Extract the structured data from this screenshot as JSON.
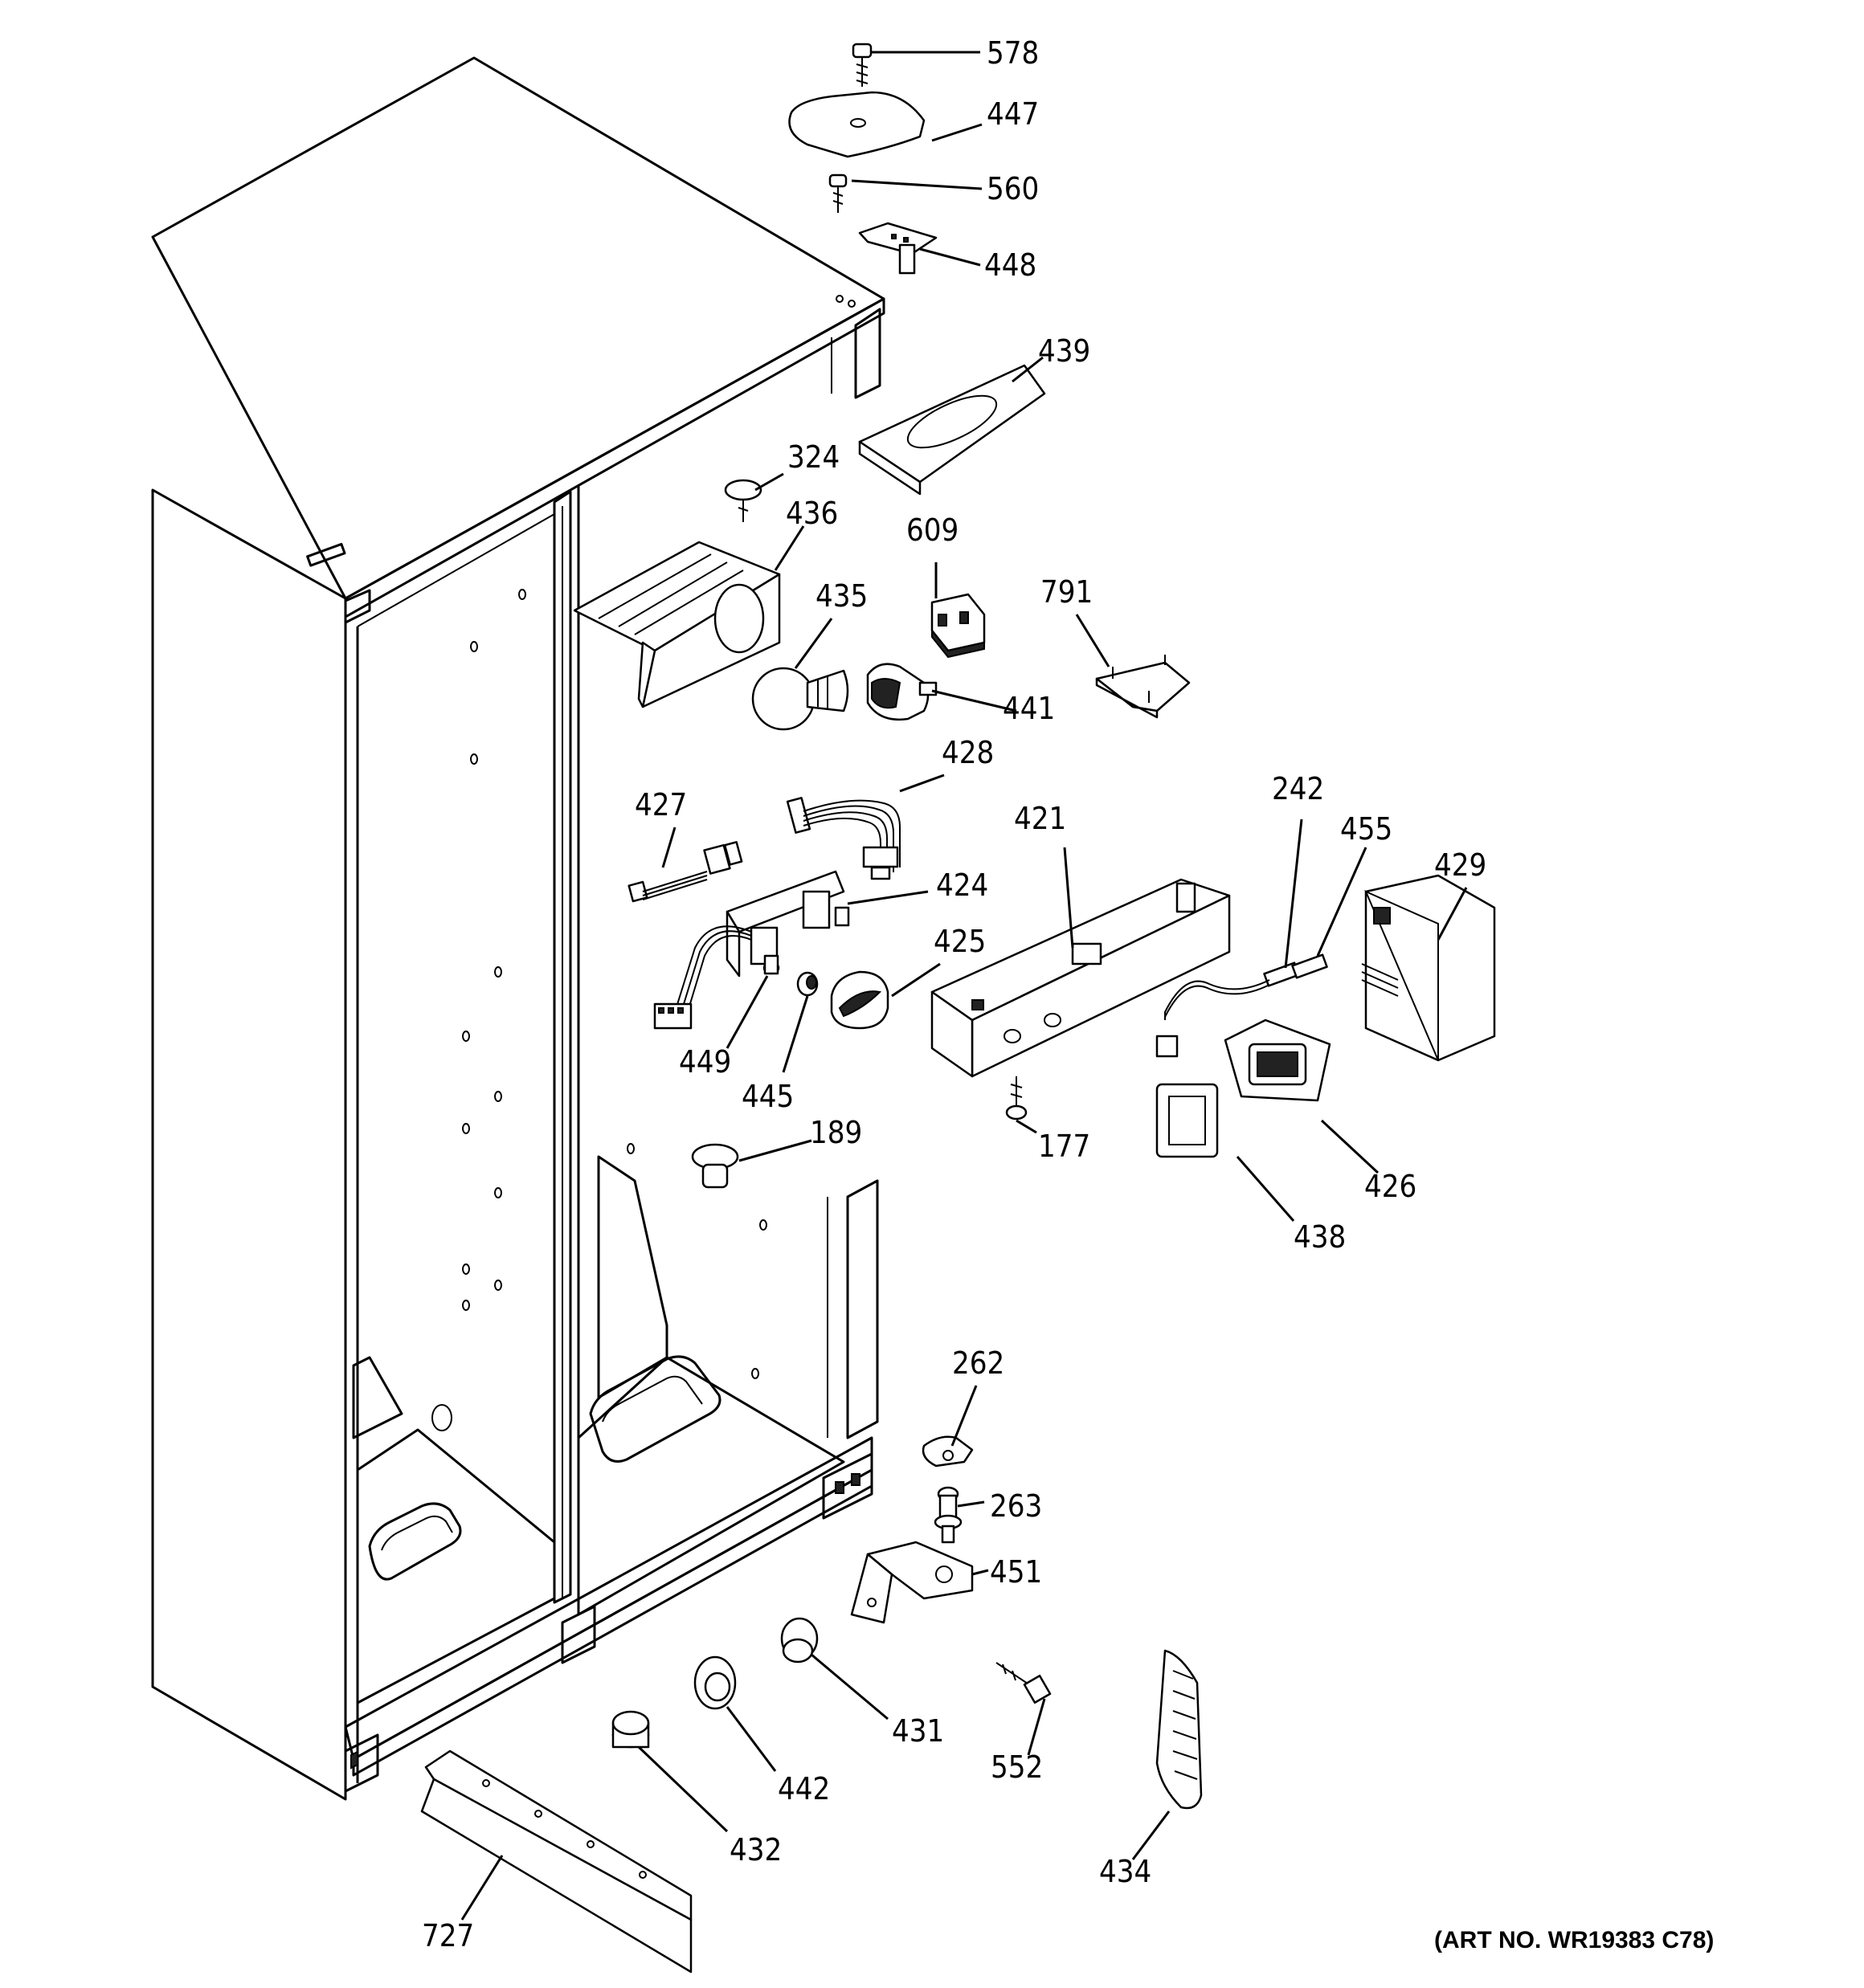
{
  "diagram": {
    "art_number": "(ART NO. WR19383 C78)",
    "parts": [
      {
        "id": "578",
        "label": "578"
      },
      {
        "id": "447",
        "label": "447"
      },
      {
        "id": "560",
        "label": "560"
      },
      {
        "id": "448",
        "label": "448"
      },
      {
        "id": "439",
        "label": "439"
      },
      {
        "id": "324",
        "label": "324"
      },
      {
        "id": "436",
        "label": "436"
      },
      {
        "id": "609",
        "label": "609"
      },
      {
        "id": "435",
        "label": "435"
      },
      {
        "id": "791",
        "label": "791"
      },
      {
        "id": "441",
        "label": "441"
      },
      {
        "id": "428",
        "label": "428"
      },
      {
        "id": "427",
        "label": "427"
      },
      {
        "id": "242",
        "label": "242"
      },
      {
        "id": "421",
        "label": "421"
      },
      {
        "id": "455",
        "label": "455"
      },
      {
        "id": "429",
        "label": "429"
      },
      {
        "id": "424",
        "label": "424"
      },
      {
        "id": "425",
        "label": "425"
      },
      {
        "id": "449",
        "label": "449"
      },
      {
        "id": "445",
        "label": "445"
      },
      {
        "id": "177",
        "label": "177"
      },
      {
        "id": "426",
        "label": "426"
      },
      {
        "id": "189",
        "label": "189"
      },
      {
        "id": "438",
        "label": "438"
      },
      {
        "id": "262",
        "label": "262"
      },
      {
        "id": "263",
        "label": "263"
      },
      {
        "id": "451",
        "label": "451"
      },
      {
        "id": "431",
        "label": "431"
      },
      {
        "id": "552",
        "label": "552"
      },
      {
        "id": "442",
        "label": "442"
      },
      {
        "id": "432",
        "label": "432"
      },
      {
        "id": "434",
        "label": "434"
      },
      {
        "id": "727",
        "label": "727"
      }
    ]
  }
}
